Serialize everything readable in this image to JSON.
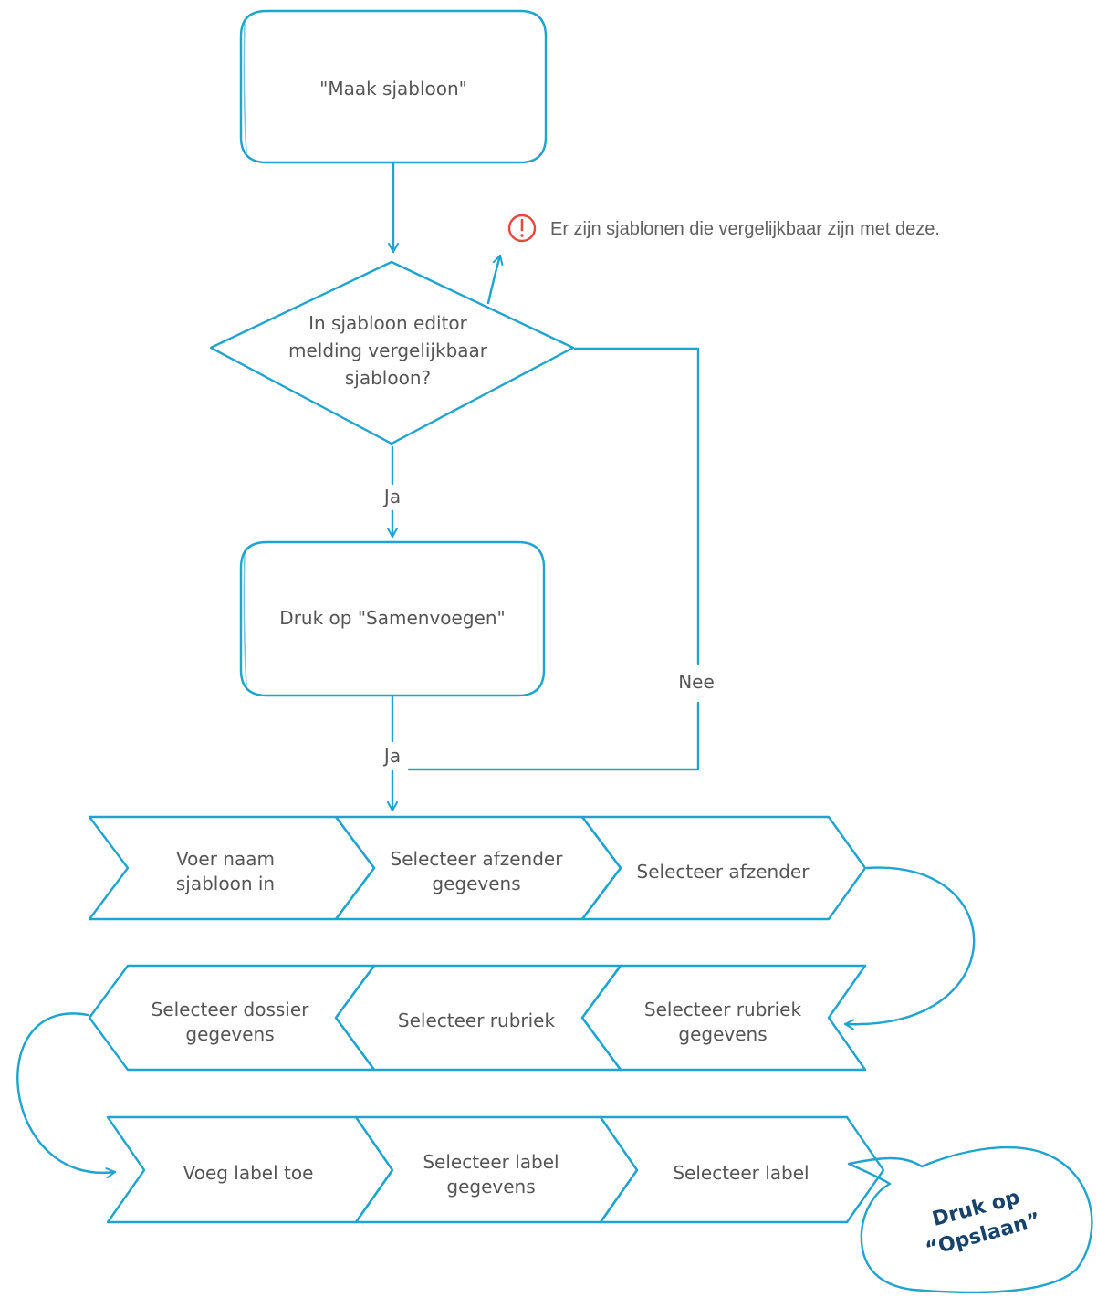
{
  "start_box": {
    "label": "\"Maak sjabloon\""
  },
  "warning": {
    "text": "Er zijn sjablonen die vergelijkbaar zijn met deze."
  },
  "decision": {
    "lines": [
      "In sjabloon editor",
      "melding vergelijkbaar",
      "sjabloon?"
    ]
  },
  "edge_yes_1": "Ja",
  "edge_no": "Nee",
  "merge_box": {
    "label": "Druk op \"Samenvoegen\""
  },
  "edge_yes_2": "Ja",
  "row1": [
    {
      "lines": [
        "Voer naam",
        "sjabloon in"
      ]
    },
    {
      "lines": [
        "Selecteer afzender",
        "gegevens"
      ]
    },
    {
      "lines": [
        "Selecteer afzender"
      ]
    }
  ],
  "row2": [
    {
      "lines": [
        "Selecteer dossier",
        "gegevens"
      ]
    },
    {
      "lines": [
        "Selecteer rubriek"
      ]
    },
    {
      "lines": [
        "Selecteer rubriek",
        "gegevens"
      ]
    }
  ],
  "row3": [
    {
      "lines": [
        "Voeg label toe"
      ]
    },
    {
      "lines": [
        "Selecteer label",
        "gegevens"
      ]
    },
    {
      "lines": [
        "Selecteer label"
      ]
    }
  ],
  "bubble": {
    "lines": [
      "Druk op",
      "“Opslaan”"
    ]
  },
  "colors": {
    "stroke": "#1fa3cf",
    "text": "#555555",
    "warning": "#e8483f",
    "bubble_text": "#17436b"
  }
}
